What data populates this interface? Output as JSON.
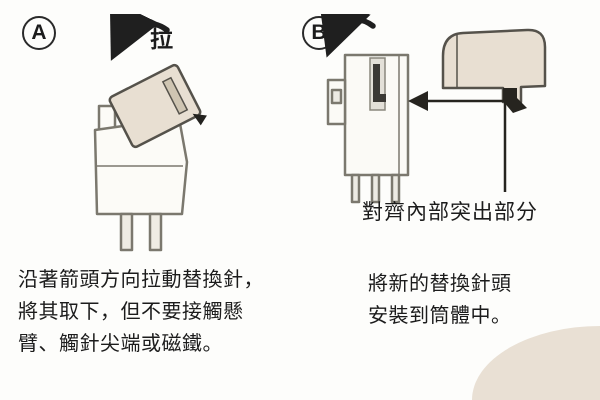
{
  "steps": {
    "a": {
      "badge": "A",
      "pull_label": "拉",
      "caption": [
        "沿著箭頭方向拉動替換針，",
        "將其取下，但不要接觸懸",
        "臂、觸針尖端或磁鐵。"
      ]
    },
    "b": {
      "badge": "B",
      "align_label": "對齊內部突出部分",
      "caption": [
        "將新的替換針頭",
        "安裝到筒體中。"
      ]
    }
  },
  "colors": {
    "background": "#fdfdfb",
    "beige": "#e8dfd2",
    "line_gray": "#7b786e",
    "ink": "#1c1c1c"
  }
}
